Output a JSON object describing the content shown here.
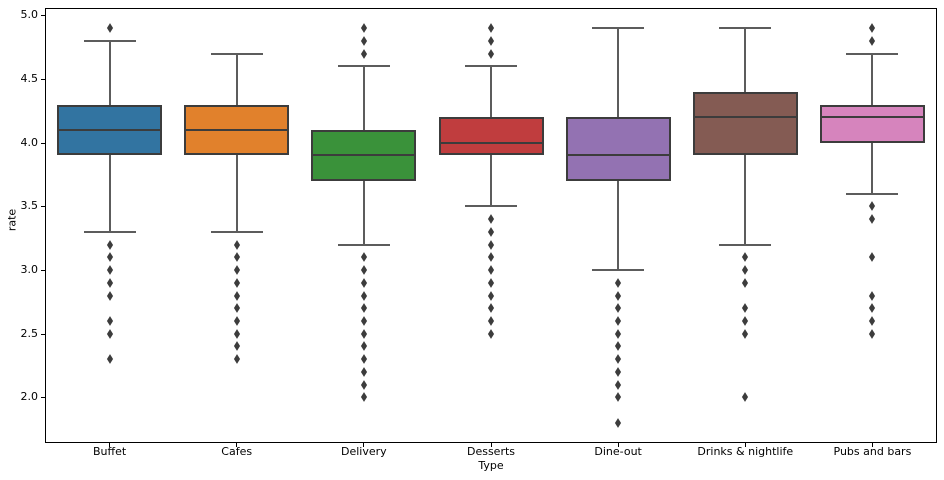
{
  "chart_data": {
    "type": "boxplot",
    "title": "",
    "xlabel": "Type",
    "ylabel": "rate",
    "ylim": [
      1.65,
      5.05
    ],
    "yticks": [
      "2.0",
      "2.5",
      "3.0",
      "3.5",
      "4.0",
      "4.5",
      "5.0"
    ],
    "categories": [
      "Buffet",
      "Cafes",
      "Delivery",
      "Desserts",
      "Dine-out",
      "Drinks & nightlife",
      "Pubs and bars"
    ],
    "grid": false,
    "legend": false,
    "series": [
      {
        "name": "Buffet",
        "color": "#3274a1",
        "whisker_low": 3.3,
        "q1": 3.9,
        "median": 4.1,
        "q3": 4.3,
        "whisker_high": 4.8,
        "outliers_high": [
          4.9
        ],
        "outliers_low": [
          3.2,
          3.1,
          3.0,
          2.9,
          2.8,
          2.6,
          2.5,
          2.3
        ]
      },
      {
        "name": "Cafes",
        "color": "#e1812c",
        "whisker_low": 3.3,
        "q1": 3.9,
        "median": 4.1,
        "q3": 4.3,
        "whisker_high": 4.7,
        "outliers_high": [],
        "outliers_low": [
          3.2,
          3.1,
          3.0,
          2.9,
          2.8,
          2.7,
          2.6,
          2.5,
          2.4,
          2.3
        ]
      },
      {
        "name": "Delivery",
        "color": "#3a923a",
        "whisker_low": 3.2,
        "q1": 3.7,
        "median": 3.9,
        "q3": 4.1,
        "whisker_high": 4.6,
        "outliers_high": [
          4.9,
          4.8,
          4.7
        ],
        "outliers_low": [
          3.1,
          3.0,
          2.9,
          2.8,
          2.7,
          2.6,
          2.5,
          2.4,
          2.3,
          2.2,
          2.1,
          2.0
        ]
      },
      {
        "name": "Desserts",
        "color": "#c03d3e",
        "whisker_low": 3.5,
        "q1": 3.9,
        "median": 4.0,
        "q3": 4.2,
        "whisker_high": 4.6,
        "outliers_high": [
          4.9,
          4.8,
          4.7
        ],
        "outliers_low": [
          3.4,
          3.3,
          3.2,
          3.1,
          3.0,
          2.9,
          2.8,
          2.7,
          2.6,
          2.5
        ]
      },
      {
        "name": "Dine-out",
        "color": "#9372b2",
        "whisker_low": 3.0,
        "q1": 3.7,
        "median": 3.9,
        "q3": 4.2,
        "whisker_high": 4.9,
        "outliers_high": [],
        "outliers_low": [
          2.9,
          2.8,
          2.7,
          2.6,
          2.5,
          2.4,
          2.3,
          2.2,
          2.1,
          2.0,
          1.8
        ]
      },
      {
        "name": "Drinks & nightlife",
        "color": "#845b53",
        "whisker_low": 3.2,
        "q1": 3.9,
        "median": 4.2,
        "q3": 4.4,
        "whisker_high": 4.9,
        "outliers_high": [],
        "outliers_low": [
          3.1,
          3.0,
          2.9,
          2.7,
          2.6,
          2.5,
          2.0
        ]
      },
      {
        "name": "Pubs and bars",
        "color": "#d684bd",
        "whisker_low": 3.6,
        "q1": 4.0,
        "median": 4.2,
        "q3": 4.3,
        "whisker_high": 4.7,
        "outliers_high": [
          4.9,
          4.8
        ],
        "outliers_low": [
          3.5,
          3.4,
          3.1,
          2.8,
          2.7,
          2.6,
          2.5
        ]
      }
    ],
    "style": {
      "box_edge_color": "#3c3c3c",
      "median_color": "#3c3c3c",
      "whisker_color": "#5c5c5c",
      "flier_color": "#3c3c3c",
      "spine_color": "#000000",
      "background": "#ffffff"
    }
  }
}
